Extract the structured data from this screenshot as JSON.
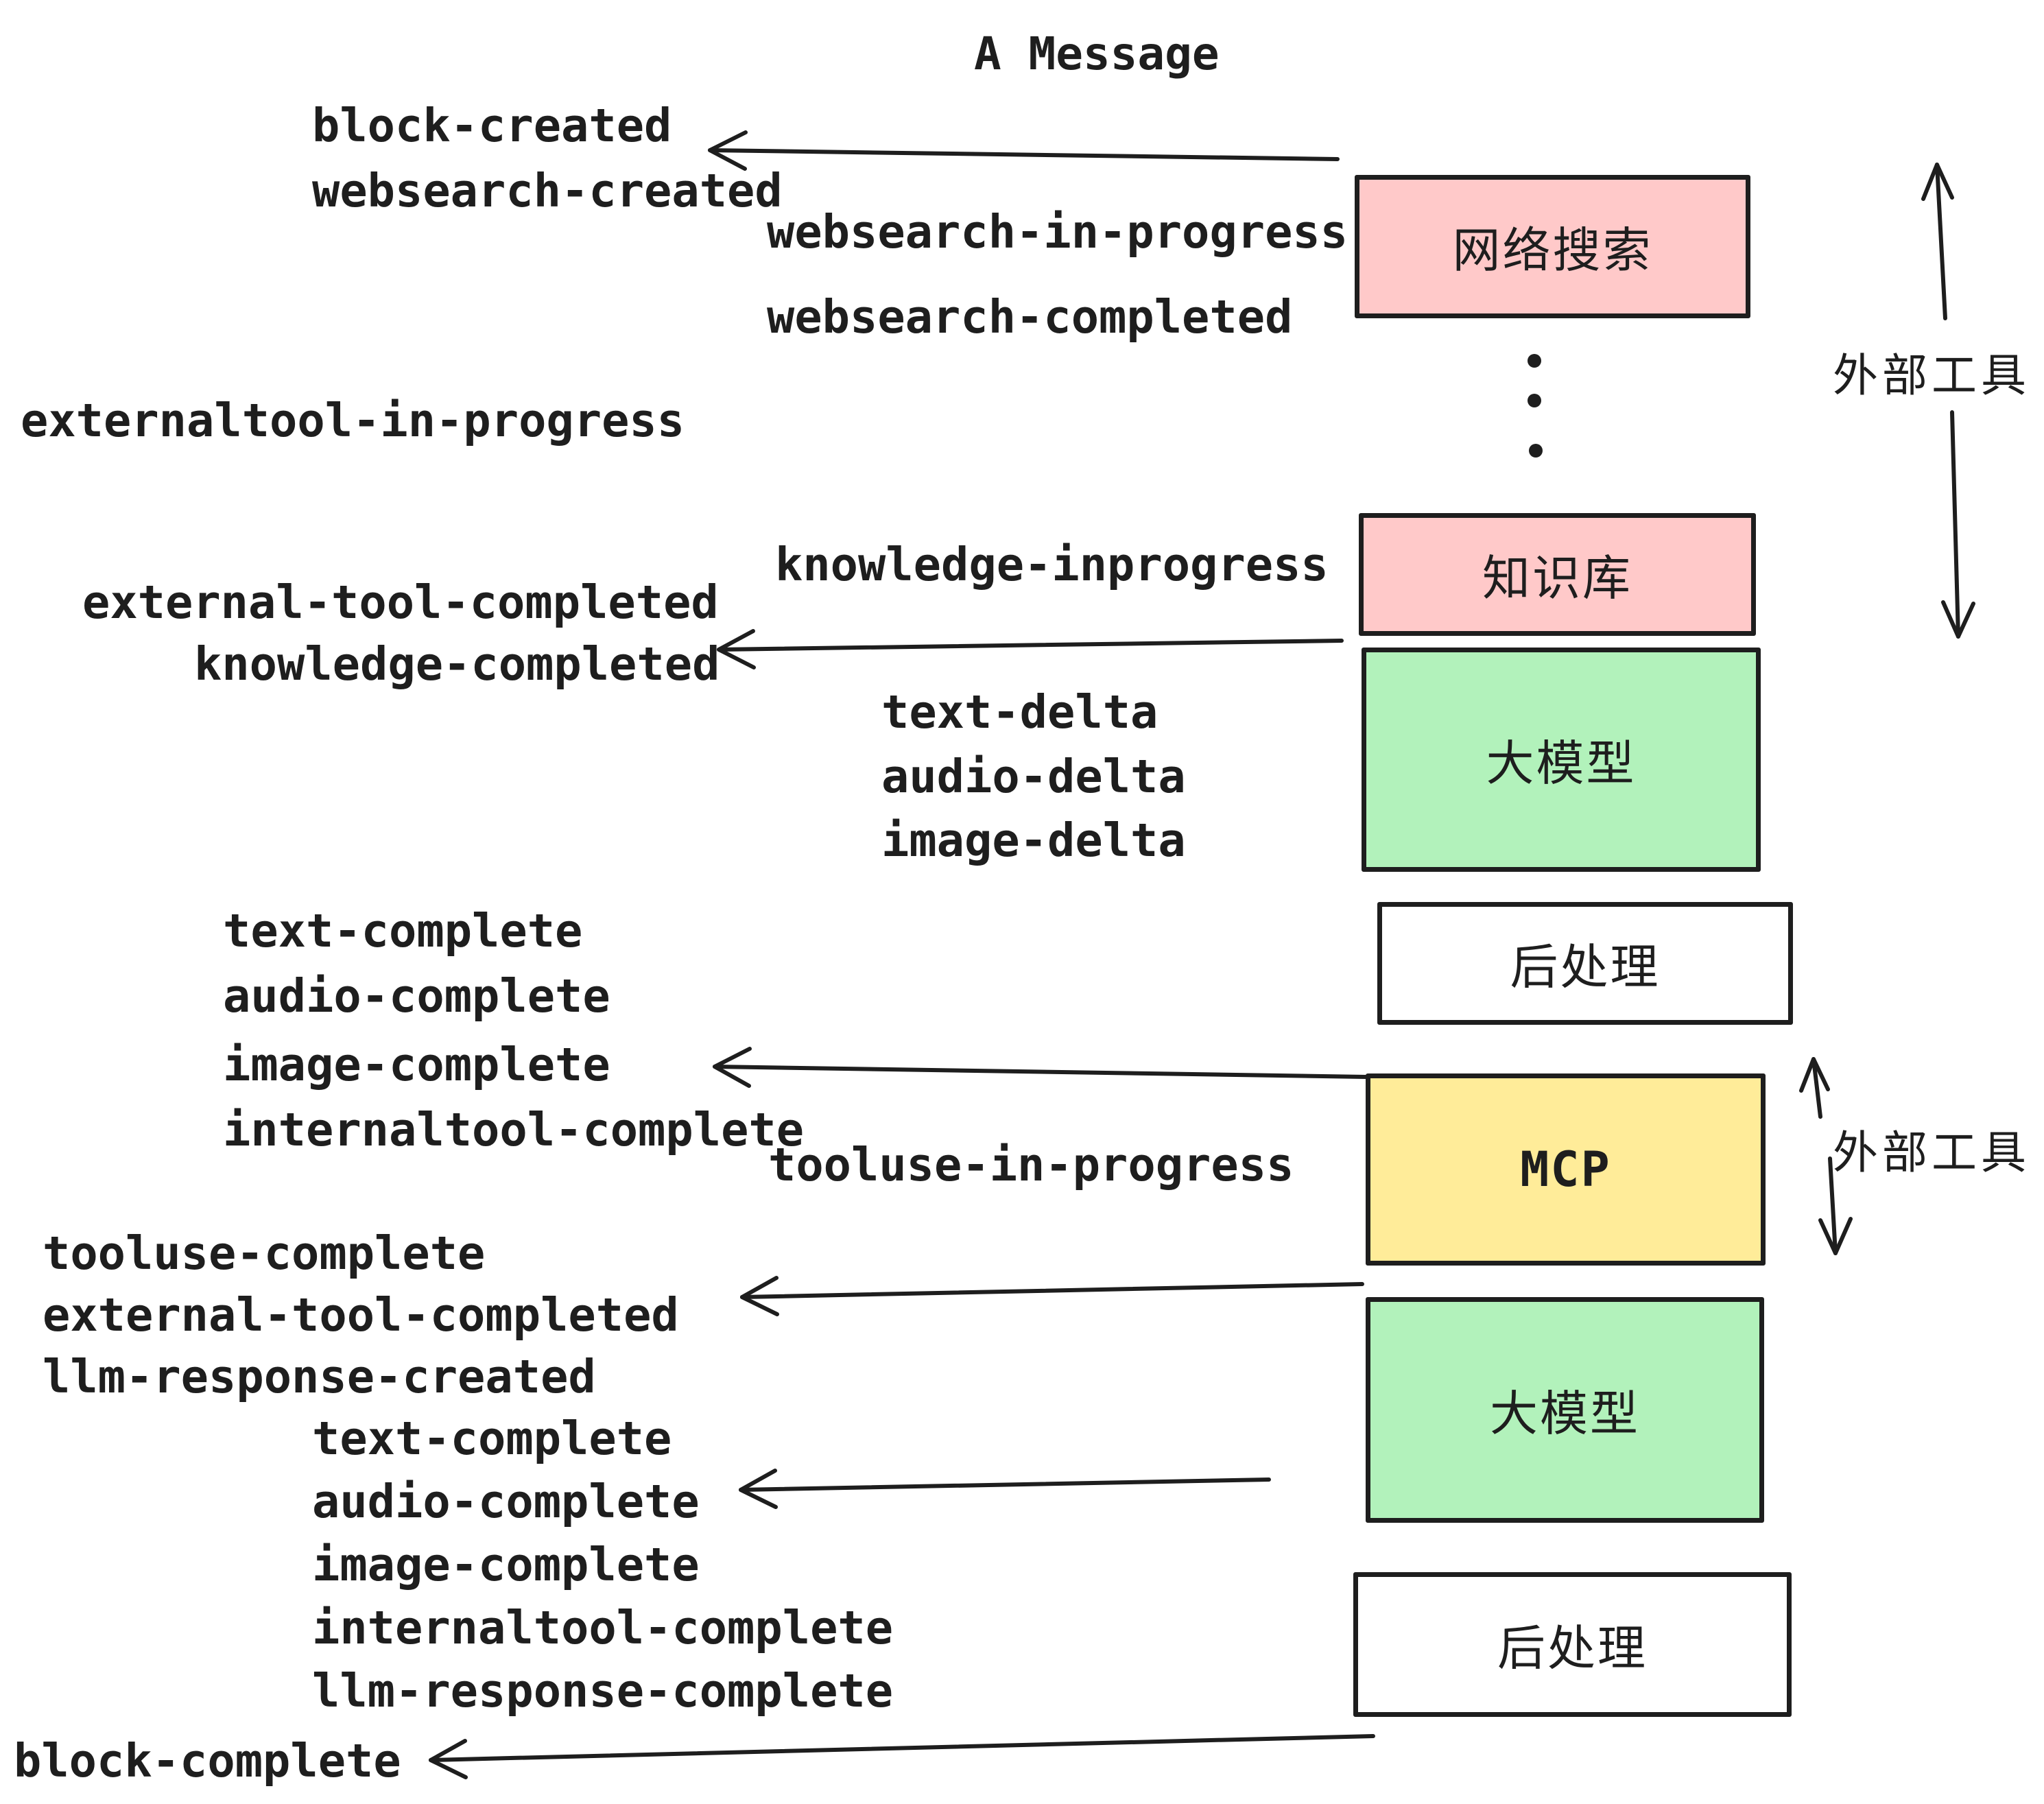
{
  "title": "A Message",
  "colors": {
    "background": "#ffffff",
    "stroke": "#1e1e1e",
    "external_tool_box": "#ffc9c9",
    "llm_box": "#b2f2bb",
    "mcp_box": "#ffec99",
    "postprocess_box": "#ffffff"
  },
  "boxes": [
    {
      "id": "websearch",
      "label": "网络搜索",
      "fill": "pink"
    },
    {
      "id": "knowledge",
      "label": "知识库",
      "fill": "pink"
    },
    {
      "id": "llm-1",
      "label": "大模型",
      "fill": "green"
    },
    {
      "id": "postprocess-1",
      "label": "后处理",
      "fill": "white"
    },
    {
      "id": "mcp",
      "label": "MCP",
      "fill": "yellow"
    },
    {
      "id": "llm-2",
      "label": "大模型",
      "fill": "green"
    },
    {
      "id": "postprocess-2",
      "label": "后处理",
      "fill": "white"
    }
  ],
  "side_labels": [
    {
      "id": "external-tools-top",
      "label": "外部工具"
    },
    {
      "id": "external-tools-mcp",
      "label": "外部工具"
    }
  ],
  "events": [
    {
      "label": "block-created"
    },
    {
      "label": "websearch-created"
    },
    {
      "label": "websearch-in-progress"
    },
    {
      "label": "websearch-completed"
    },
    {
      "label": "externaltool-in-progress"
    },
    {
      "label": "knowledge-inprogress"
    },
    {
      "label": "external-tool-completed"
    },
    {
      "label": "knowledge-completed"
    },
    {
      "label": "text-delta"
    },
    {
      "label": "audio-delta"
    },
    {
      "label": "image-delta"
    },
    {
      "label": "text-complete"
    },
    {
      "label": "audio-complete"
    },
    {
      "label": "image-complete"
    },
    {
      "label": "internaltool-complete"
    },
    {
      "label": "tooluse-in-progress"
    },
    {
      "label": "tooluse-complete"
    },
    {
      "label": "external-tool-completed"
    },
    {
      "label": "llm-response-created"
    },
    {
      "label": "text-complete"
    },
    {
      "label": "audio-complete"
    },
    {
      "label": "image-complete"
    },
    {
      "label": "internaltool-complete"
    },
    {
      "label": "llm-response-complete"
    },
    {
      "label": "block-complete"
    }
  ]
}
